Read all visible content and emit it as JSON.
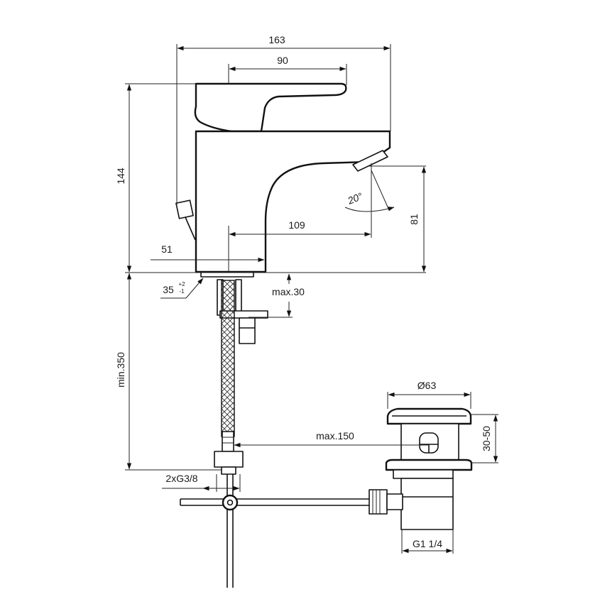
{
  "dimensions": {
    "total_width": "163",
    "handle_width": "90",
    "total_height": "144",
    "spout_reach": "109",
    "spout_height": "81",
    "base_diameter": "51",
    "tilt_angle": "20°",
    "hole_main": "35",
    "hole_tol_plus": "+2",
    "hole_tol_minus": "-1",
    "max_deck": "max.30",
    "min_hose": "min.350",
    "connection": "2xG3/8",
    "waste_diameter": "Ø63",
    "waste_range": "30-50",
    "max_rod": "max.150",
    "waste_thread": "G1 1/4"
  },
  "colors": {
    "line": "#111111",
    "background": "#ffffff"
  }
}
